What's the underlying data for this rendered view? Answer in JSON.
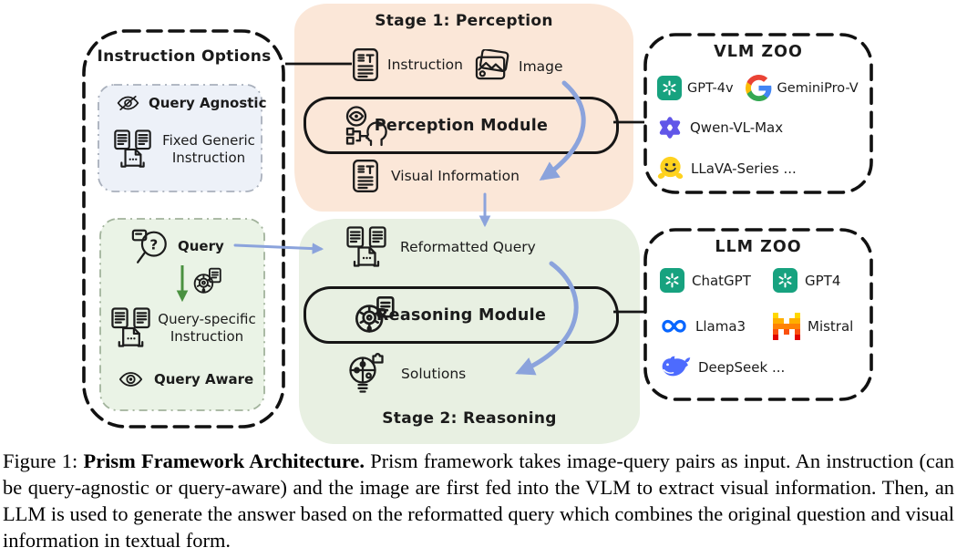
{
  "instruction_options": {
    "title": "Instruction Options",
    "agnostic": {
      "label": "Query Agnostic",
      "sub_label": "Fixed Generic Instruction"
    },
    "aware": {
      "query_label": "Query",
      "instruction_label": "Query-specific Instruction",
      "label": "Query Aware"
    }
  },
  "stage1": {
    "title": "Stage 1: Perception",
    "input_instruction": "Instruction",
    "input_image": "Image",
    "module_label": "Perception Module",
    "output_label": "Visual Information"
  },
  "stage2": {
    "title": "Stage 2: Reasoning",
    "input_label": "Reformatted Query",
    "module_label": "Reasoning Module",
    "output_label": "Solutions"
  },
  "vlm_zoo": {
    "title": "VLM ZOO",
    "models": [
      {
        "name": "GPT-4v",
        "icon": "openai-icon"
      },
      {
        "name": "GeminiPro-V",
        "icon": "google-icon"
      },
      {
        "name": "Qwen-VL-Max",
        "icon": "qwen-icon"
      },
      {
        "name": "LLaVA-Series ...",
        "icon": "huggingface-icon"
      }
    ]
  },
  "llm_zoo": {
    "title": "LLM ZOO",
    "models": [
      {
        "name": "ChatGPT",
        "icon": "openai-icon"
      },
      {
        "name": "GPT4",
        "icon": "openai-icon"
      },
      {
        "name": "Llama3",
        "icon": "meta-icon"
      },
      {
        "name": "Mistral",
        "icon": "mistral-icon"
      },
      {
        "name": "DeepSeek ...",
        "icon": "deepseek-icon"
      }
    ]
  },
  "caption": {
    "figure_label": "Figure 1:",
    "bold_title": "Prism Framework Architecture.",
    "body": "Prism framework takes image-query pairs as input. An instruction (can be query-agnostic or query-aware) and the image are first fed into the VLM to extract visual information. Then, an LLM is used to generate the answer based on the reformatted query which combines the original question and visual information in textual form."
  },
  "colors": {
    "stage1_bg": "#fbe7d8",
    "stage2_bg": "#e8f0e2",
    "agnostic_bg": "#edf1f8",
    "aware_bg": "#eaf3e6",
    "arrow_blue": "#8ba3dc",
    "arrow_green": "#4a9140",
    "openai": "#17a27f",
    "meta": "#0866ff",
    "deepseek": "#4d6bfe",
    "qwen": "#6156e8",
    "hf_yellow": "#ffd21e"
  }
}
